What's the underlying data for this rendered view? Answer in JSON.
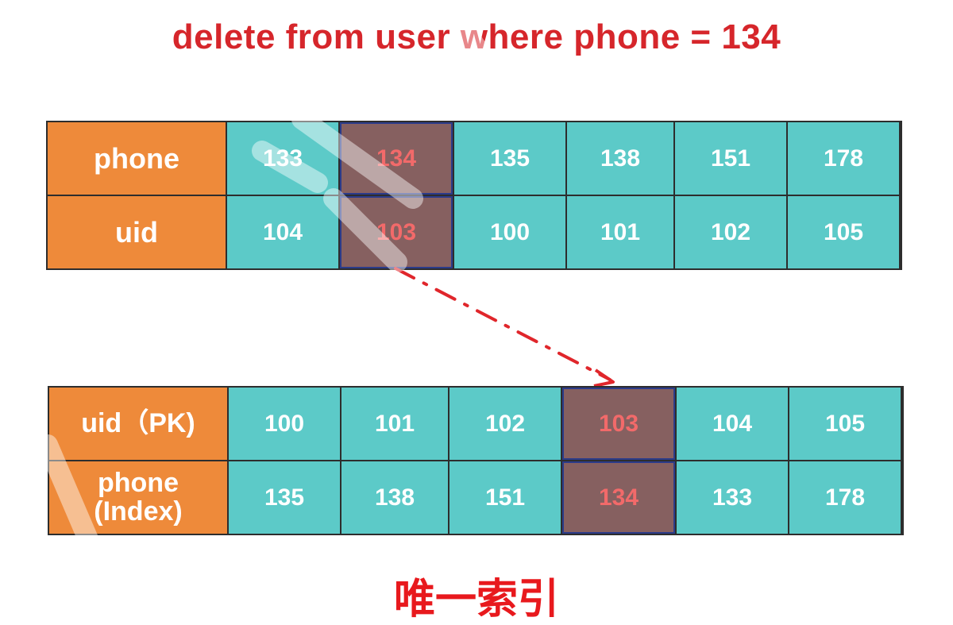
{
  "title": "delete from user where phone = 134",
  "footer_label": "唯一索引",
  "colors": {
    "title": "#d6262b",
    "header_bg": "#ee8a3a",
    "cell_bg": "#5ccac8",
    "highlight_bg": "#866060",
    "highlight_text": "#f26a6a",
    "arrow": "#e0262b"
  },
  "table_top": {
    "rows": [
      {
        "header": "phone",
        "values": [
          "133",
          "134",
          "135",
          "138",
          "151",
          "178"
        ]
      },
      {
        "header": "uid",
        "values": [
          "104",
          "103",
          "100",
          "101",
          "102",
          "105"
        ]
      }
    ],
    "highlight_column": 1
  },
  "table_bottom": {
    "rows": [
      {
        "header": "uid（PK)",
        "values": [
          "100",
          "101",
          "102",
          "103",
          "104",
          "105"
        ]
      },
      {
        "header": "phone\n(Index)",
        "values": [
          "135",
          "138",
          "151",
          "134",
          "133",
          "178"
        ]
      }
    ],
    "highlight_column": 3
  }
}
